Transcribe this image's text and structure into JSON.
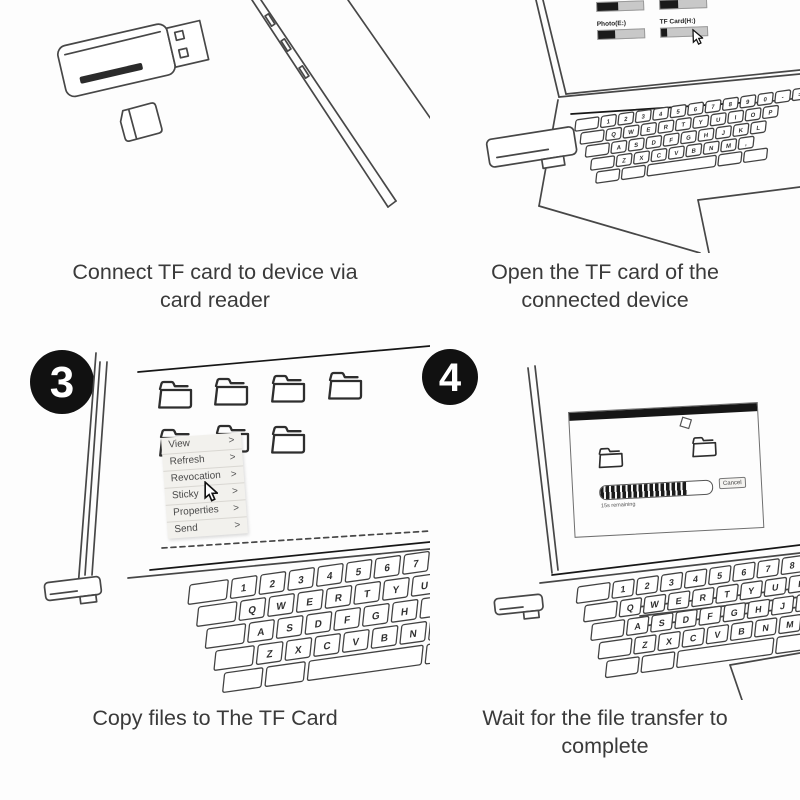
{
  "colors": {
    "background": "#fdfdfd",
    "line_ink": "#474747",
    "heavy_ink": "#161616",
    "caption_text": "#3a3a3a",
    "badge_bg": "#111111",
    "badge_text": "#ffffff",
    "menu_bg": "#f2f1ed",
    "menu_text": "#4a4a4a",
    "bar_track": "#c8c8c8",
    "bar_fill": "#1a1a1a"
  },
  "step1": {
    "caption_lines": [
      "Connect TF card to device via",
      "card reader"
    ]
  },
  "step2": {
    "caption_lines": [
      "Open the TF card of the",
      "connected device"
    ],
    "screen": {
      "top_row": [
        {
          "used_pct": 46
        },
        {
          "used_pct": 40
        }
      ],
      "drives": [
        {
          "label": "Photo(E:)",
          "used_pct": 36
        },
        {
          "label": "TF Card(H:)",
          "used_pct": 13
        }
      ]
    }
  },
  "step3": {
    "badge": "3",
    "caption_lines": [
      "Copy files to The TF Card",
      ""
    ],
    "menu": {
      "chevron": ">",
      "items": [
        {
          "label": "View"
        },
        {
          "label": "Refresh"
        },
        {
          "label": "Revocation"
        },
        {
          "label": "Sticky"
        },
        {
          "label": "Properties"
        },
        {
          "label": "Send"
        }
      ]
    }
  },
  "step4": {
    "badge": "4",
    "caption_lines": [
      "Wait for the file transfer to",
      "complete"
    ],
    "dialog": {
      "progress_pct": 78,
      "cancel_label": "Cancel",
      "status_text": "15s remaining"
    }
  },
  "keyboard": {
    "rows": [
      [
        "",
        "1",
        "2",
        "3",
        "4",
        "5",
        "6",
        "7",
        "8",
        "9",
        "0",
        "-",
        "="
      ],
      [
        "",
        "Q",
        "W",
        "E",
        "R",
        "T",
        "Y",
        "U",
        "I",
        "O",
        "P"
      ],
      [
        "",
        "A",
        "S",
        "D",
        "F",
        "G",
        "H",
        "J",
        "K",
        "L"
      ],
      [
        "",
        "Z",
        "X",
        "C",
        "V",
        "B",
        "N",
        "M",
        ","
      ],
      [
        "",
        "",
        " ",
        "",
        ""
      ]
    ]
  }
}
